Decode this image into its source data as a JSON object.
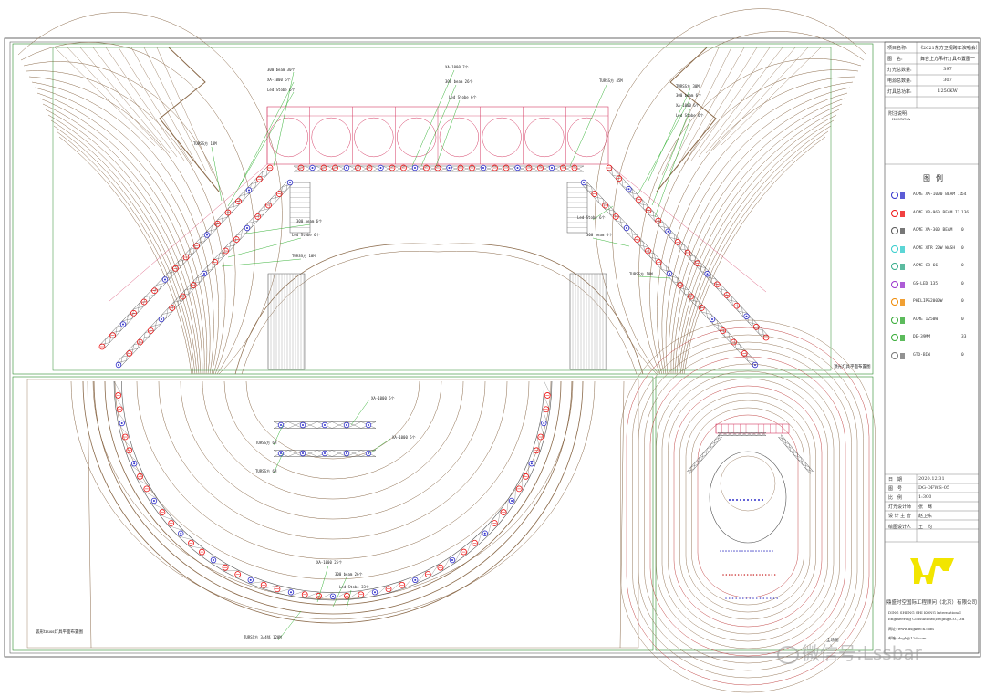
{
  "colors": {
    "frame": "#2a8a2a",
    "seat": "#8b6a4a",
    "truss": "#7a2a7a",
    "fixture_red": "#e11",
    "fixture_blue": "#33c",
    "leader": "#22aa22",
    "screen": "#d43a63"
  },
  "title_block": {
    "rows": [
      {
        "label": "项目名称:",
        "value": "《2021东方卫视跨年演唱会》"
      },
      {
        "label": "图　名:",
        "value": "舞台上方吊杆灯具布置图一"
      },
      {
        "label": "灯光总数量:",
        "value": "397"
      },
      {
        "label": "电源总数量:",
        "value": "307"
      },
      {
        "label": "灯具总功率:",
        "value": "1250KW"
      }
    ],
    "remarks_label": "附注说明:",
    "remarks_value": "HANWUA",
    "legend_title": "图例",
    "legend": [
      {
        "icon": "wash-spot-icon",
        "name": "ACME XA-1000 BEAM 11",
        "qty": "54"
      },
      {
        "icon": "spot-icon",
        "name": "ACME XP-960 BEAM II",
        "qty": "136"
      },
      {
        "icon": "beam-icon",
        "name": "ACME XA-300 BEAM",
        "qty": "0"
      },
      {
        "icon": "wash-icon",
        "name": "ACME XTR 20W WASH",
        "qty": "0"
      },
      {
        "icon": "led-par-icon",
        "name": "ACME CB-66",
        "qty": "0"
      },
      {
        "icon": "strobe-icon",
        "name": "GS-LED 135",
        "qty": "0"
      },
      {
        "icon": "fan-icon",
        "name": "PHILIPS2000W",
        "qty": "0"
      },
      {
        "icon": "laser-icon",
        "name": "ACME 1250W",
        "qty": "0"
      },
      {
        "icon": "truss-icon",
        "name": "DE-39MM",
        "qty": "33"
      },
      {
        "icon": "ellipse-icon",
        "name": "GTO-BIW",
        "qty": "0"
      }
    ],
    "info_rows": [
      {
        "label": "日　期",
        "value": "2020.12.31"
      },
      {
        "label": "图　号",
        "value": "DG-DFWS-05"
      },
      {
        "label": "比　例",
        "value": "1:300"
      },
      {
        "label": "灯光设计师",
        "value": "张　骞"
      },
      {
        "label": "设 计 主 管",
        "value": "赵卫东"
      },
      {
        "label": "绘图设计人",
        "value": "王　均"
      }
    ],
    "company_cn": "鼎盛时空国际工程顾问（北京）有限公司",
    "company_en1": "DING SHENG SHI KONG International",
    "company_en2": "Engineering Consultants(Beijing)CO.,Ltd",
    "web_label": "网址:",
    "web": "www.dsgktech.com",
    "mail_label": "邮箱:",
    "mail": "dsgk@126.com"
  },
  "labels": {
    "top_view": "顶光灯具平面布置图",
    "curve_view": "弧形truss灯具平面布置图",
    "full_view": "全场图",
    "t1": "300 beam 30个",
    "t2": "XA-1000 6个",
    "t3": "Led Stobe 6个",
    "t4": "XA-1000 7个",
    "t5": "300 beam 26个",
    "t6": "Led Stobe 6个",
    "t7": "TURSS方 45M",
    "t8": "TURSS方 18M",
    "t9": "TURSS方 30M",
    "t10": "XA-1000 6个",
    "t11": "Led Stobe 6个",
    "t12": "300 beam 6个",
    "t13": "Led Stobe 6个",
    "t14": "TURSS方 18M",
    "t15": "300 beam 6个",
    "t16": "Led Stobe 6个",
    "t17": "300 beam 6个",
    "t18": "TURSS方 18M",
    "t19": "TURSS方 18M",
    "c1": "XA-1000 5个",
    "c2": "XA-1000 5个",
    "c3": "TURSS方 6M",
    "c4": "TURSS方 6M",
    "c5": "XA-1000 25个",
    "c6": "300 beam 26个",
    "c7": "Led Stobe 33个",
    "c8": "TURSS方 3/4弧 120M"
  },
  "watermark": "微信号:Lssbar"
}
